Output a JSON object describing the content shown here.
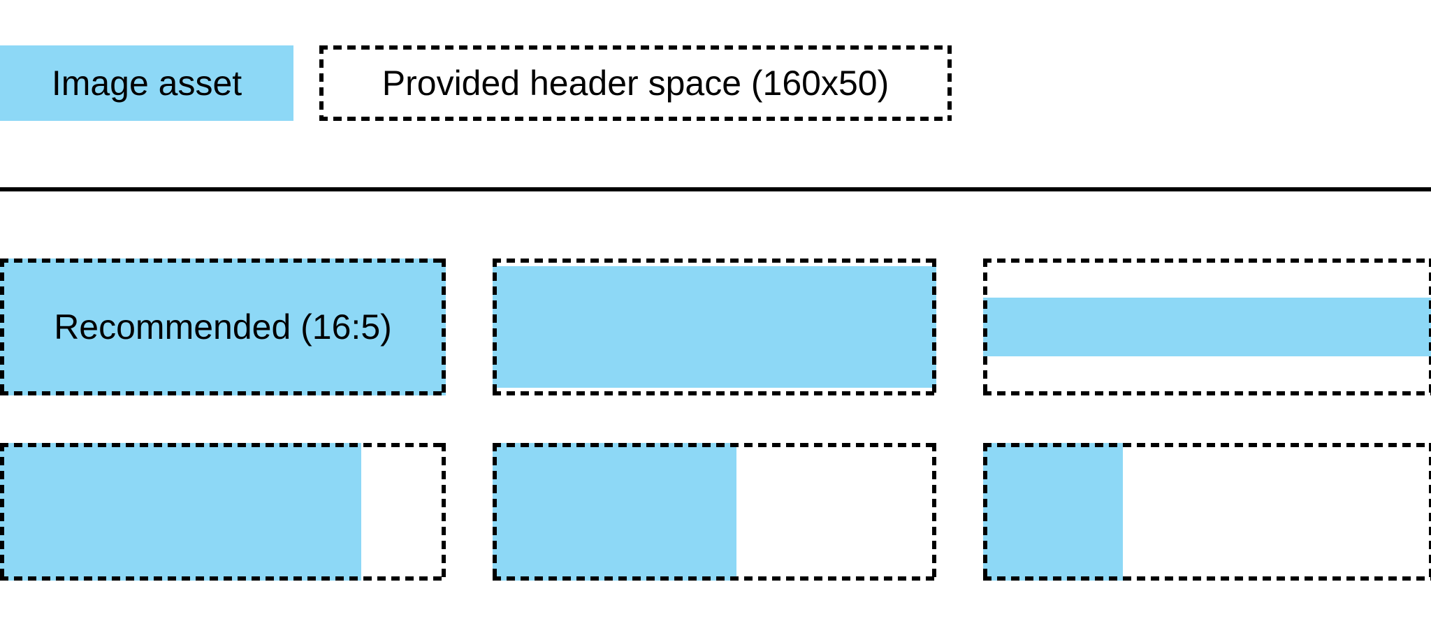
{
  "colors": {
    "image_asset_fill": "#8DD8F6",
    "outline": "#000000",
    "background": "#FFFFFF"
  },
  "legend": {
    "asset_label": "Image asset",
    "space_label": "Provided header space (160x50)"
  },
  "examples": [
    {
      "id": "recommended-16-5",
      "label": "Recommended (16:5)",
      "fill": {
        "width_pct": 100,
        "height_pct": 100,
        "h_align": "center",
        "v_align": "center"
      }
    },
    {
      "id": "wide-asset-small-letterbox",
      "label": "",
      "fill": {
        "width_pct": 100,
        "height_pct": 89,
        "h_align": "center",
        "v_align": "center"
      }
    },
    {
      "id": "extra-wide-asset-large-letterbox",
      "label": "",
      "fill": {
        "width_pct": 100,
        "height_pct": 43,
        "h_align": "center",
        "v_align": "center"
      }
    },
    {
      "id": "tall-asset-81pct-width",
      "label": "",
      "fill": {
        "width_pct": 81,
        "height_pct": 100,
        "h_align": "left",
        "v_align": "center"
      }
    },
    {
      "id": "taller-asset-55pct-width",
      "label": "",
      "fill": {
        "width_pct": 55,
        "height_pct": 100,
        "h_align": "left",
        "v_align": "center"
      }
    },
    {
      "id": "tallest-asset-31pct-width",
      "label": "",
      "fill": {
        "width_pct": 31,
        "height_pct": 100,
        "h_align": "left",
        "v_align": "center"
      }
    }
  ]
}
